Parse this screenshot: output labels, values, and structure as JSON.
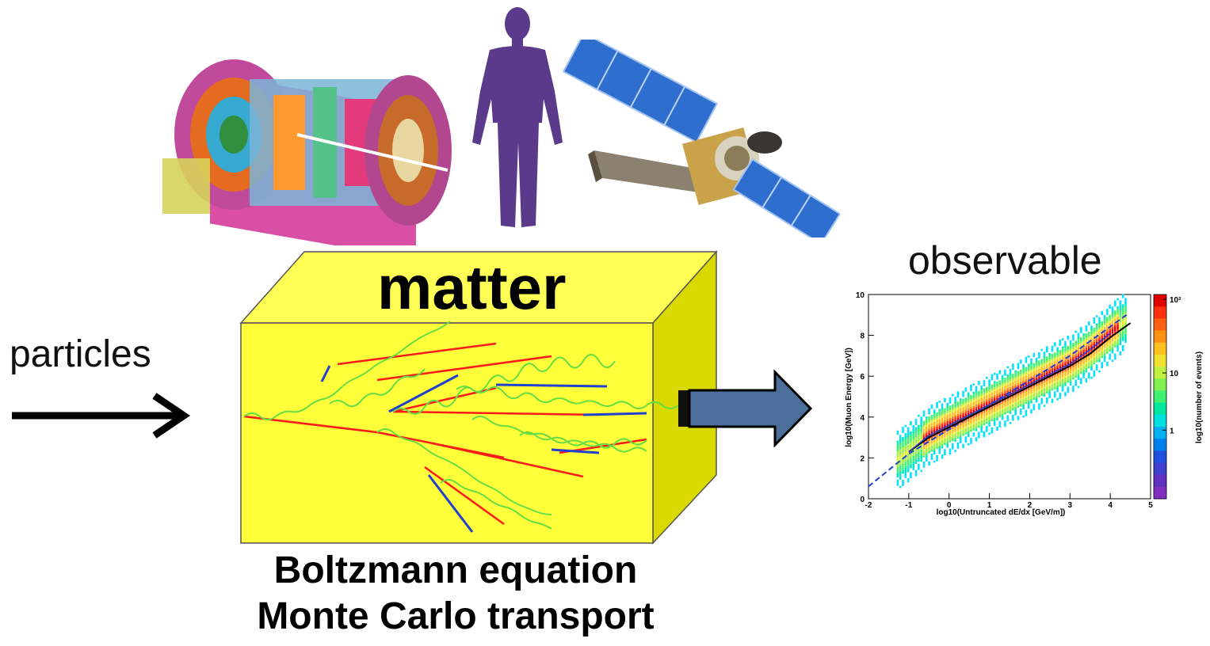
{
  "labels": {
    "particles": "particles",
    "matter": "matter",
    "observable": "observable",
    "method_line1": "Boltzmann equation",
    "method_line2": "Monte Carlo transport"
  },
  "colors": {
    "matter_front": "#ffff3a",
    "matter_top": "#ffff55",
    "matter_side": "#d9d900",
    "output_arrow": "#4b6f9a",
    "track_red": "#ff1a1a",
    "track_blue": "#2040d0",
    "track_green": "#66dd44",
    "silhouette": "#5b3a8c"
  },
  "icons": {
    "detector": "particle-detector-image",
    "human": "human-silhouette",
    "satellite": "space-telescope-image"
  },
  "chart_data": {
    "type": "heatmap",
    "xlabel": "log10(Untruncated dE/dx [GeV/m])",
    "ylabel": "log10(Muon Energy [GeV])",
    "zlabel": "log10(number of events)",
    "xlim": [
      -2,
      5
    ],
    "ylim": [
      0,
      10
    ],
    "x_ticks": [
      "-2",
      "-1",
      "0",
      "1",
      "2",
      "3",
      "4",
      "5"
    ],
    "y_ticks": [
      "0",
      "2",
      "4",
      "6",
      "8",
      "10"
    ],
    "z_ticks": [
      "1",
      "10",
      "10²"
    ],
    "ridge": {
      "x": [
        -1.0,
        -0.5,
        0.0,
        0.5,
        1.0,
        1.5,
        2.0,
        2.5,
        3.0,
        3.5,
        4.0
      ],
      "y": [
        2.3,
        3.1,
        3.6,
        4.1,
        4.6,
        5.1,
        5.6,
        6.1,
        6.6,
        7.3,
        8.1
      ]
    },
    "fit_solid": {
      "x": [
        -1.0,
        -0.5,
        0.0,
        0.5,
        1.0,
        1.5,
        2.0,
        2.5,
        3.0,
        3.5,
        4.0,
        4.5
      ],
      "y": [
        2.3,
        3.0,
        3.5,
        4.0,
        4.5,
        5.0,
        5.5,
        6.0,
        6.5,
        7.1,
        7.9,
        8.6
      ]
    },
    "fit_dashed": {
      "x": [
        -2.0,
        -1.0,
        3.0,
        4.4
      ],
      "y": [
        0.6,
        2.2,
        7.0,
        9.0
      ]
    },
    "scatter_band_halfwidth": 0.9
  }
}
